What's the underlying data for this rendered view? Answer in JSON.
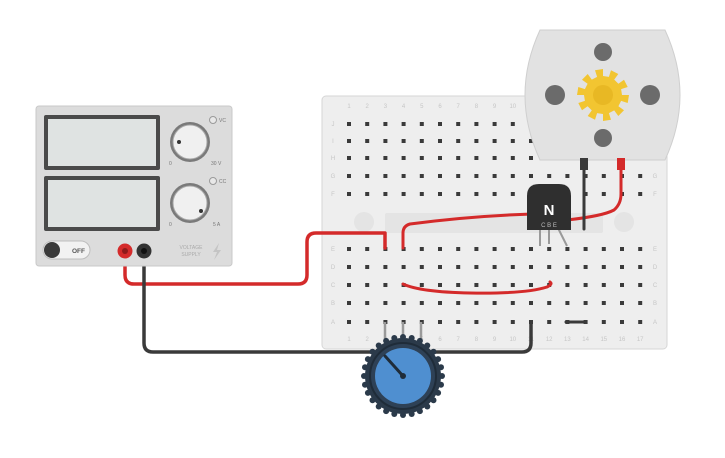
{
  "power_supply": {
    "off_label": "OFF",
    "vc_label": "VC",
    "cc_label": "CC",
    "v_min": "0",
    "v_max": "30 V",
    "a_min": "0",
    "a_max": "5 A",
    "brand_line1": "VOLTAGE",
    "brand_line2": "SUPPLY"
  },
  "breadboard": {
    "columns": [
      "1",
      "2",
      "3",
      "4",
      "5",
      "6",
      "7",
      "8",
      "9",
      "10",
      "11",
      "12",
      "13",
      "14",
      "15",
      "16",
      "17"
    ],
    "top_rows": [
      "J",
      "I",
      "H",
      "G",
      "F"
    ],
    "bottom_rows": [
      "E",
      "D",
      "C",
      "B",
      "A"
    ]
  },
  "transistor": {
    "type_label": "N",
    "pin_labels": "C B E"
  },
  "colors": {
    "wire_red": "#d42a2a",
    "wire_black": "#3a3a3a",
    "board": "#eeeeee",
    "supply_panel": "#dcdcdc",
    "screen": "#dfe3e2",
    "pot_knob": "#4f8fd0",
    "motor_body": "#e2e2e2",
    "gear": "#f2c531"
  },
  "icons": [
    "lightning-icon",
    "gear-icon"
  ]
}
